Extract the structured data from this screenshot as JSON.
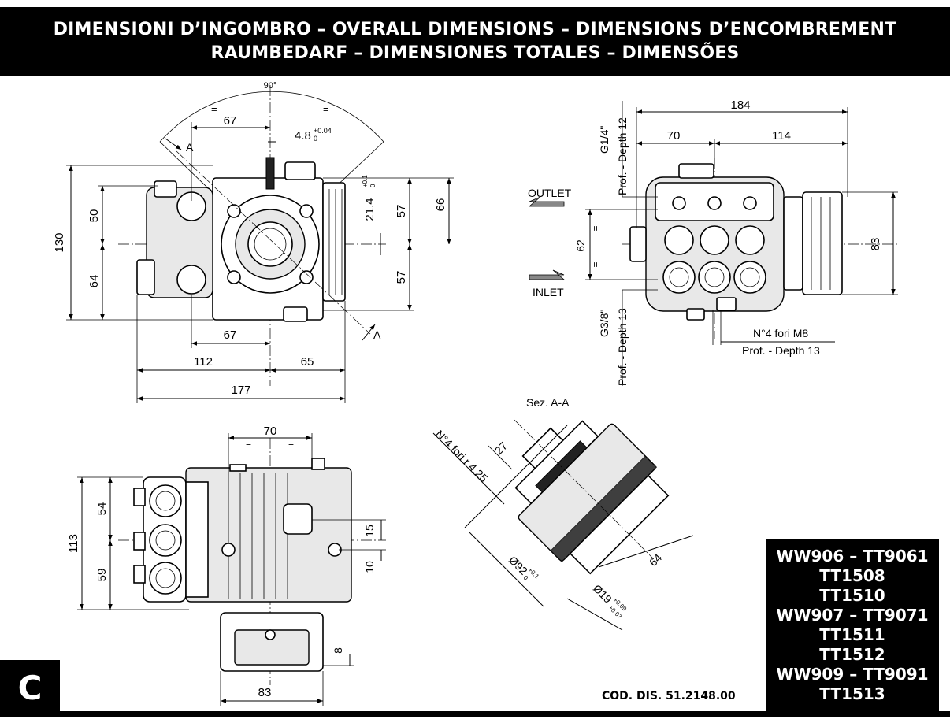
{
  "header": {
    "line1": "DIMENSIONI D’INGOMBRO – OVERALL DIMENSIONS – DIMENSIONS D’ENCOMBREMENT",
    "line2": "RAUMBEDARF – DIMENSIONES TOTALES – DIMENSÕES"
  },
  "section_letter": "C",
  "drawing_code": "COD. DIS. 51.2148.00",
  "models": [
    "WW906 – TT9061",
    "TT1508",
    "TT1510",
    "WW907 – TT9071",
    "TT1511",
    "TT1512",
    "WW909 – TT9091",
    "TT1513"
  ],
  "front_view": {
    "angle": "90°",
    "eq_left": "=",
    "eq_right": "=",
    "dim_67_top": "67",
    "shaft_key": "4.8",
    "shaft_key_tol_upper": "+0.04",
    "shaft_key_tol_lower": "0",
    "section_a_top": "A",
    "section_a_bottom": "A",
    "dim_130": "130",
    "dim_50": "50",
    "dim_64": "64",
    "dim_214": "21.4",
    "dim_214_tol_upper": "+0.1",
    "dim_214_tol_lower": "0",
    "dim_57_top": "57",
    "dim_57_bottom": "57",
    "dim_66": "66",
    "dim_67_bottom": "67",
    "dim_112": "112",
    "dim_65": "65",
    "dim_177": "177"
  },
  "side_view": {
    "dim_184": "184",
    "dim_70": "70",
    "dim_114": "114",
    "outlet_thread": "G1/4\"",
    "outlet_depth": "Prof. - Depth 12",
    "outlet_label": "OUTLET",
    "inlet_label": "INLET",
    "dim_62": "62",
    "eq_upper": "=",
    "eq_lower": "=",
    "dim_83": "83",
    "inlet_thread": "G3/8\"",
    "inlet_depth": "Prof. - Depth 13",
    "holes_label": "N°4 fori M8",
    "holes_depth": "Prof. - Depth 13"
  },
  "section_view": {
    "title": "Sez. A-A",
    "holes_label": "N°4 fori r 4.25",
    "dim_27": "27",
    "dim_92": "Ø92",
    "dim_92_tol_upper": "+0.1",
    "dim_92_tol_lower": "0",
    "dim_19": "Ø19",
    "dim_19_tol_upper": "+0.09",
    "dim_19_tol_lower": "+0.07",
    "dim_64": "64"
  },
  "top_view": {
    "dim_70": "70",
    "eq_left": "=",
    "eq_right": "=",
    "dim_113": "113",
    "dim_54": "54",
    "dim_59": "59",
    "dim_15": "15",
    "dim_10": "10",
    "dim_8": "8",
    "dim_83": "83"
  }
}
